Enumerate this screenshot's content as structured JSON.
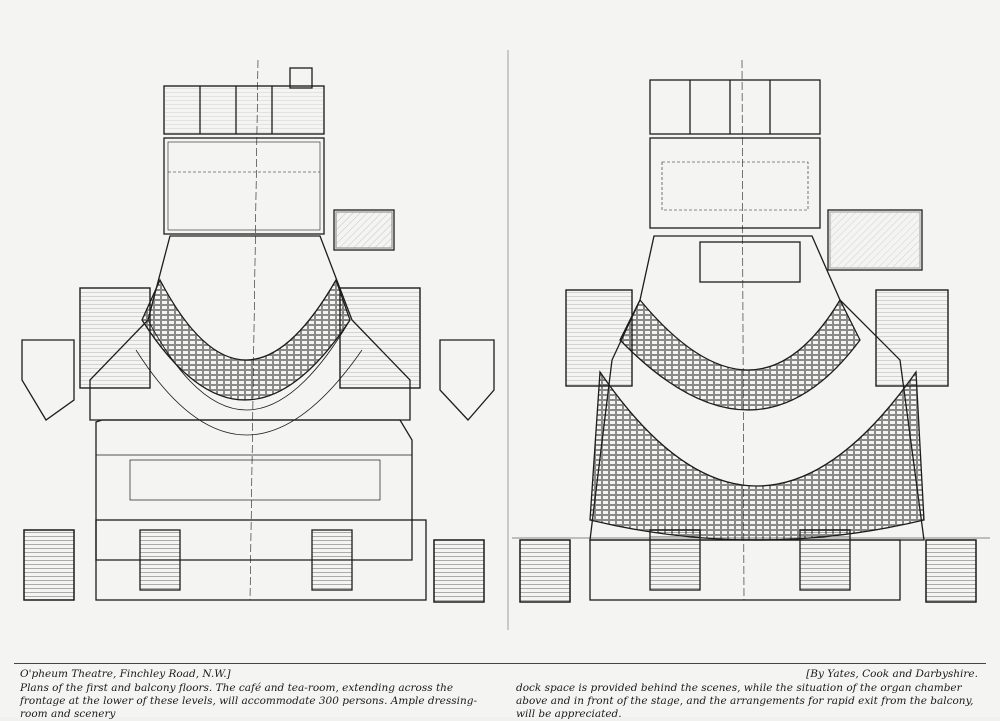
{
  "caption": {
    "title_left": "O'pheum Theatre, Finchley Road, N.W.]",
    "credit_right": "[By Yates, Cook and Darbyshire.",
    "body_left": "Plans of the first and balcony floors.   The café and tea-room, extending across the frontage at the lower of these levels, will accommodate 300 persons.   Ample dressing-room and scenery",
    "body_right": "dock space is provided behind the scenes, while the situation of the organ chamber above and in front of the stage, and the arrangements for rapid exit from the balcony, will be appreciated."
  },
  "colors": {
    "paper": "#f4f4f2",
    "ink": "#1a1a1a"
  }
}
